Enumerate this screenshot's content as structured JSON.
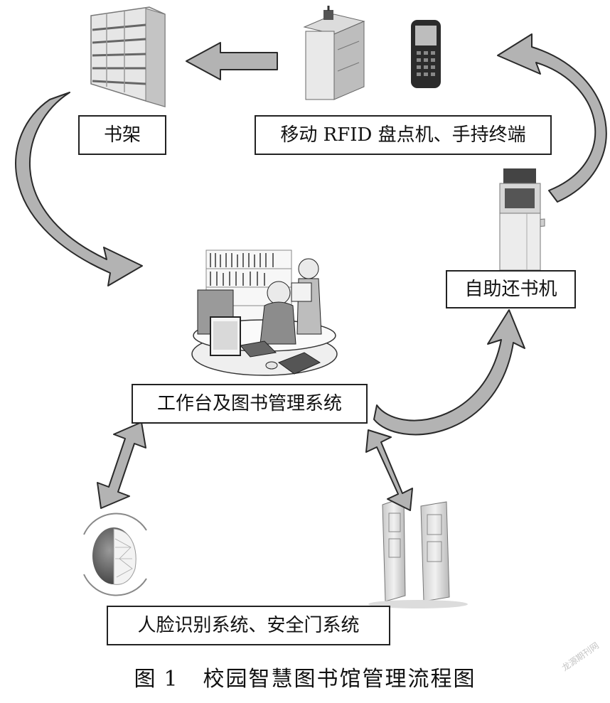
{
  "nodes": {
    "shelf": "书架",
    "rfid": "移动 RFID 盘点机、手持终端",
    "return_machine": "自助还书机",
    "workstation": "工作台及图书管理系统",
    "face_gate": "人脸识别系统、安全门系统"
  },
  "caption": {
    "prefix": "图",
    "number": "1",
    "title": "校园智慧图书馆管理流程图"
  },
  "watermark": "龙源期刊网",
  "colors": {
    "arrow_fill": "#b3b3b3",
    "arrow_stroke": "#2a2a2a",
    "box_border": "#222222"
  }
}
